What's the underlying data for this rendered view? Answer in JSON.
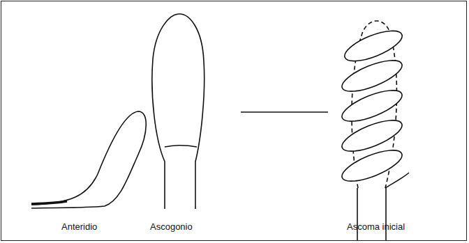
{
  "diagram": {
    "labels": [
      "Anteridio",
      "Ascogonio",
      "Ascoma inicial"
    ]
  }
}
